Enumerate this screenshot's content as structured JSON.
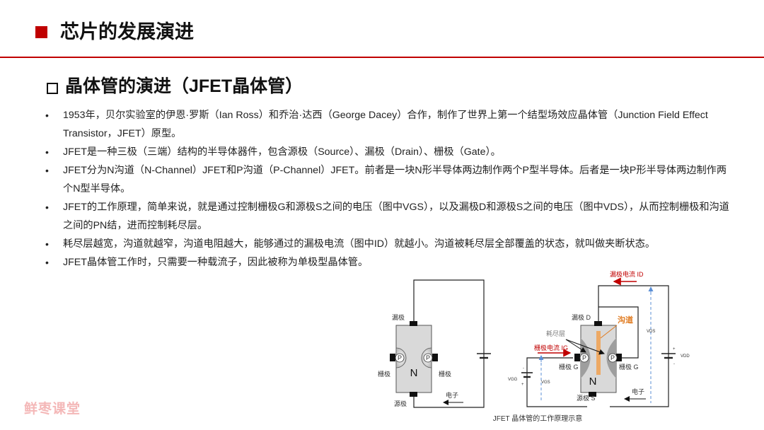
{
  "header": {
    "title": "芯片的发展演进"
  },
  "section": {
    "title": "晶体管的演进（JFET晶体管）"
  },
  "bullets": [
    "1953年，贝尔实验室的伊恩·罗斯（Ian Ross）和乔治·达西（George Dacey）合作，制作了世界上第一个结型场效应晶体管（Junction Field Effect Transistor，JFET）原型。",
    "JFET是一种三极（三端）结构的半导体器件，包含源极（Source）、漏极（Drain）、栅极（Gate）。",
    "JFET分为N沟道（N-Channel）JFET和P沟道（P-Channel）JFET。前者是一块N形半导体两边制作两个P型半导体。后者是一块P形半导体两边制作两个N型半导体。",
    "JFET的工作原理，简单来说，就是通过控制栅极G和源极S之间的电压（图中VGS），以及漏极D和源极S之间的电压（图中VDS），从而控制栅极和沟道之间的PN结，进而控制耗尽层。",
    "耗尽层越宽，沟道就越窄，沟道电阻越大，能够通过的漏极电流（图中ID）就越小。沟道被耗尽层全部覆盖的状态，就叫做夹断状态。",
    "JFET晶体管工作时，只需要一种载流子，因此被称为单极型晶体管。"
  ],
  "diagram_left": {
    "drain": "漏极",
    "gate_left": "栅极",
    "gate_right": "栅极",
    "source": "源极",
    "n_label": "N",
    "p_label": "P",
    "electron": "电子"
  },
  "diagram_right": {
    "drain_current": "漏极电流 ID",
    "drain": "漏极 D",
    "channel": "沟道",
    "depletion": "耗尽层",
    "gate_current": "栅极电流 IG",
    "gate_left": "栅极 G",
    "gate_right": "栅极 G",
    "n_label": "N",
    "p_label": "P",
    "source": "源极 S",
    "electron": "电子",
    "vds": "VDS",
    "vdd": "VDD",
    "vgg": "VGG",
    "vgs": "VGS",
    "plus": "+",
    "minus": "-",
    "caption": "JFET 晶体管的工作原理示意"
  },
  "watermark": "鲜枣课堂",
  "colors": {
    "accent": "#c00000",
    "channel": "#f0a050",
    "depletion": "#9e9e9e",
    "body": "#d9d9d9",
    "dashed": "#5b8fd6"
  }
}
